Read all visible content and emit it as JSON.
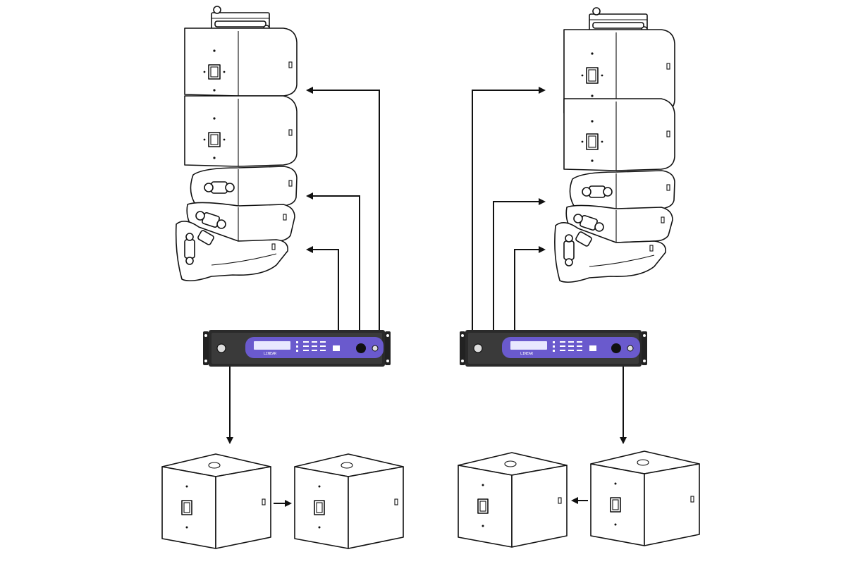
{
  "diagram": {
    "systems": [
      "left",
      "right"
    ],
    "amplifier": {
      "panel_color": "#6a5acd",
      "body_color": "#2a2a2a",
      "badge_text": "LINEAR",
      "display_color": "#e8e8ff"
    },
    "line_array": {
      "large_modules": 2,
      "small_modules": 3,
      "amp_outputs_per_array": 3
    },
    "subwoofers_per_side": 2,
    "line_color": "#111111"
  }
}
